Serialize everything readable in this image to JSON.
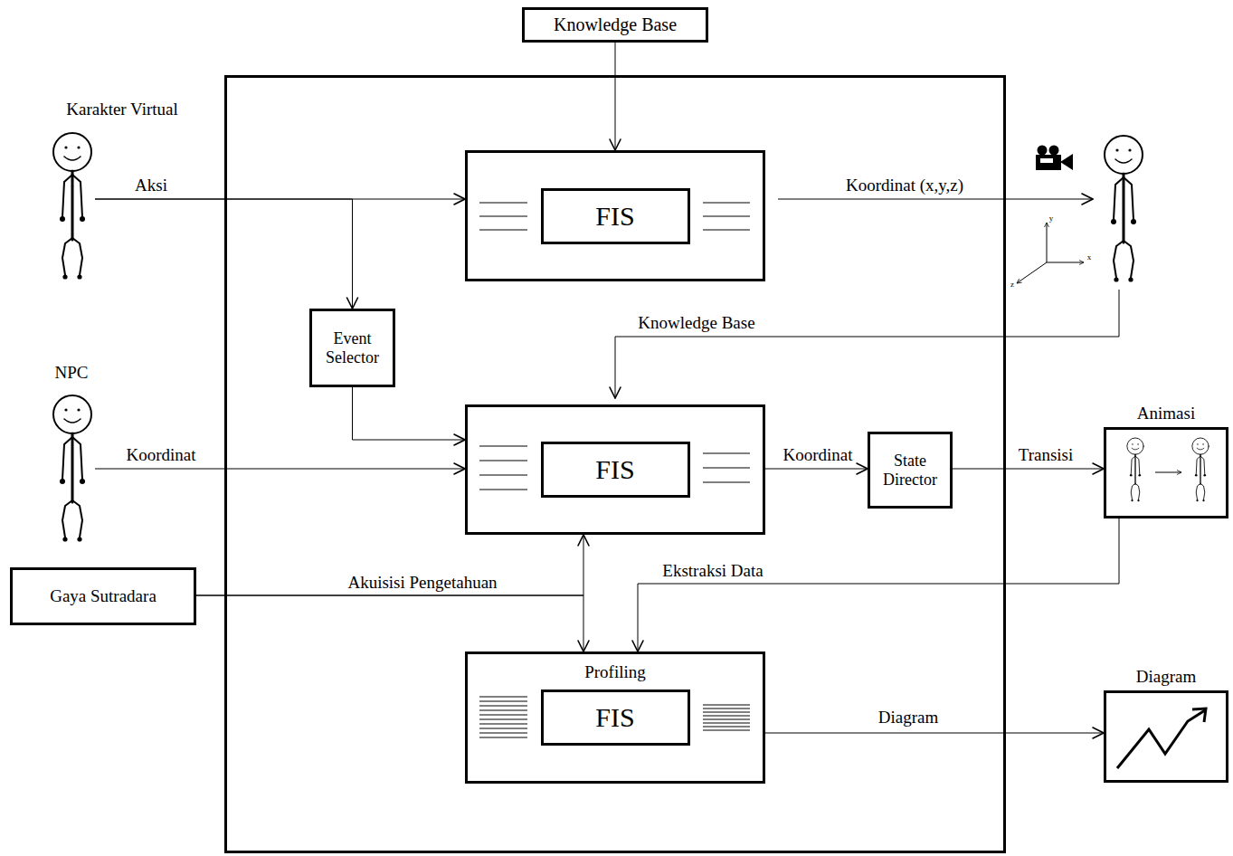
{
  "diagram": {
    "nodes": [
      {
        "text": [
          "Knowledge Base"
        ]
      },
      {
        "text": [
          "Karakter Virtual"
        ]
      },
      {
        "text": [
          "FIS"
        ]
      },
      {
        "text": [
          "Event Selector"
        ]
      },
      {
        "text": [
          "NPC"
        ]
      },
      {
        "text": [
          "FIS"
        ]
      },
      {
        "text": [
          "State Director"
        ]
      },
      {
        "text": [
          "Animasi"
        ]
      },
      {
        "text": [
          "Gaya Sutradara"
        ]
      },
      {
        "text": [
          "Profiling",
          "FIS"
        ]
      },
      {
        "text": [
          "Diagram"
        ]
      }
    ],
    "edges": [
      {
        "from": 0,
        "to": 2,
        "arrow": "to"
      },
      {
        "from": 1,
        "to": 2,
        "label": "Aksi",
        "arrow": "to"
      },
      {
        "from": 1,
        "to": 3,
        "arrow": "to"
      },
      {
        "from": 3,
        "to": 5,
        "arrow": "to"
      },
      {
        "from": 4,
        "to": 5,
        "label": "Koordinat",
        "arrow": "to"
      },
      {
        "from": 5,
        "to": 6,
        "label": "Koordinat",
        "arrow": "to"
      },
      {
        "from": 6,
        "to": 7,
        "label": "Transisi",
        "arrow": "to"
      },
      {
        "from": 8,
        "to": 5,
        "label": "Akuisisi Pengetahuan",
        "arrow": "to"
      },
      {
        "from": 8,
        "to": 9,
        "arrow": "to"
      },
      {
        "from": 7,
        "to": 9,
        "label": "Ekstraksi Data",
        "arrow": "to"
      },
      {
        "from": 9,
        "to": 10,
        "label": "Diagram",
        "arrow": "to"
      }
    ],
    "labels": [
      "Koordinat (x,y,z)",
      "Knowledge Base",
      "y",
      "x",
      "z"
    ]
  }
}
